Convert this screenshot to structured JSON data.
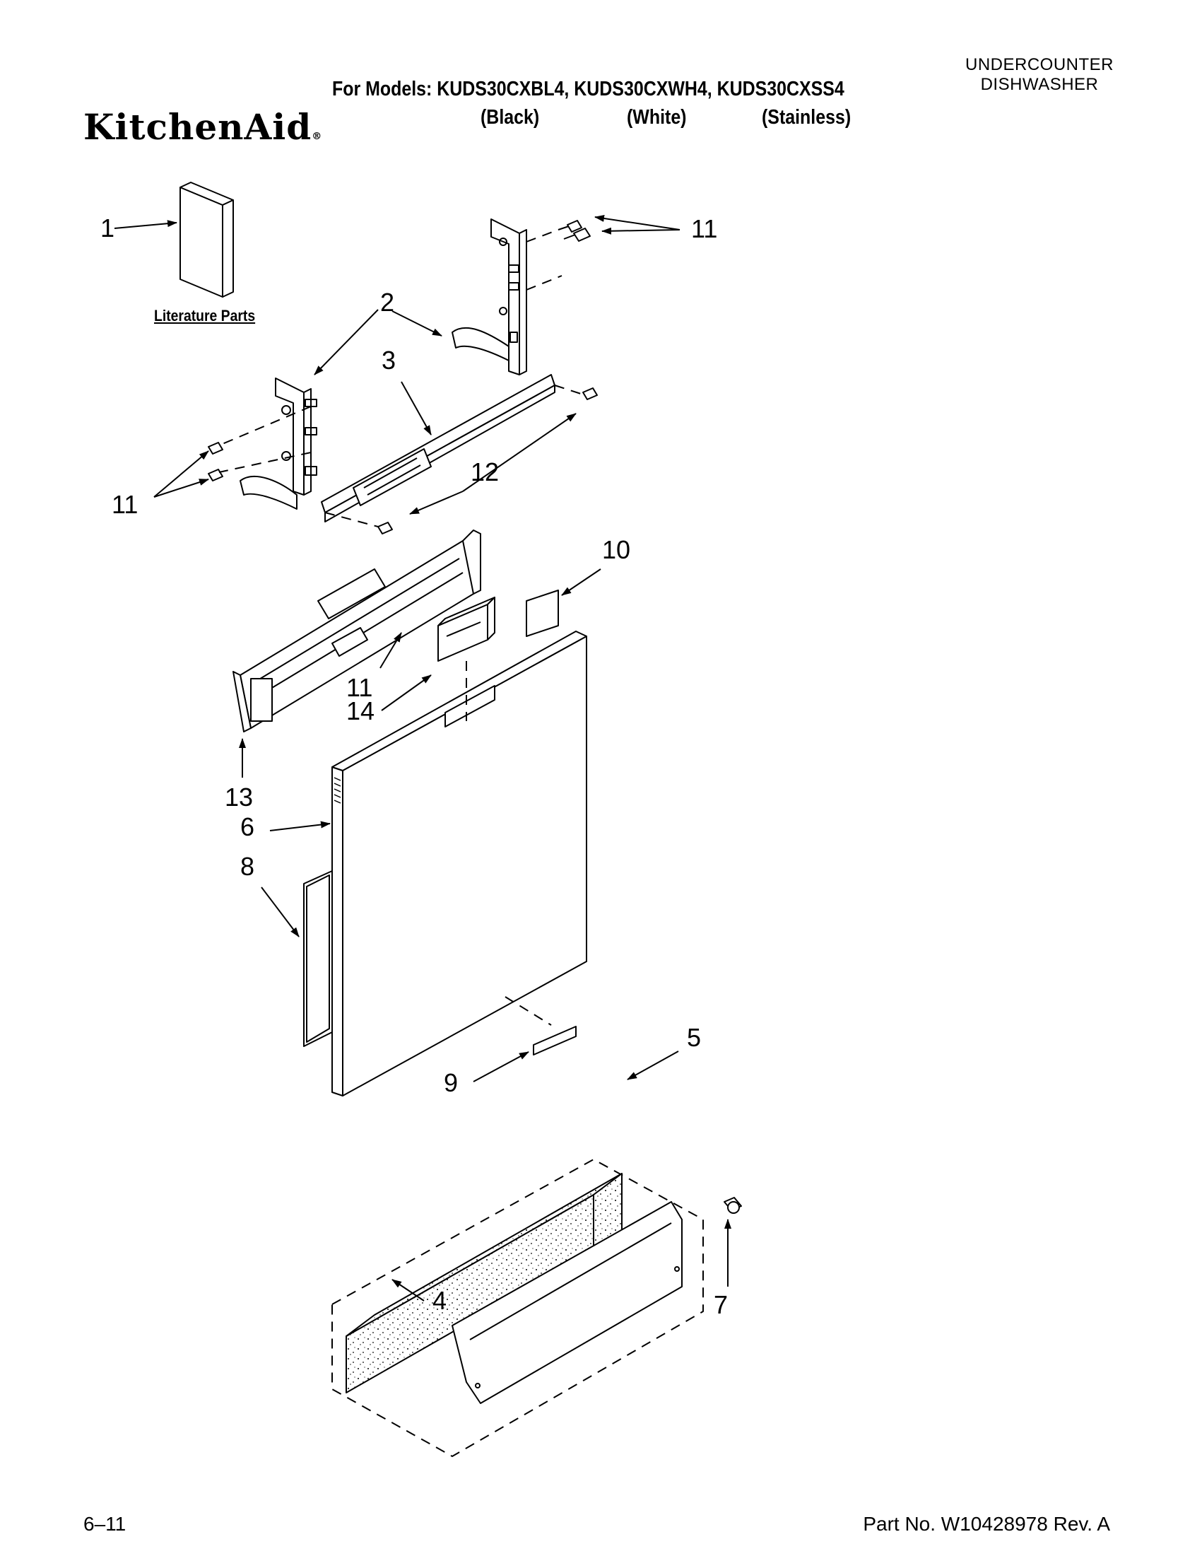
{
  "header": {
    "category_line1": "UNDERCOUNTER",
    "category_line2": "DISHWASHER",
    "models_line": "For Models: KUDS30CXBL4, KUDS30CXWH4, KUDS30CXSS4",
    "variants": [
      "(Black)",
      "(White)",
      "(Stainless)"
    ],
    "brand": "KitchenAid",
    "brand_mark": "®"
  },
  "diagram": {
    "literature_label": "Literature Parts",
    "callouts": [
      "1",
      "2",
      "3",
      "4",
      "5",
      "6",
      "7",
      "8",
      "9",
      "10",
      "11",
      "11",
      "11",
      "12",
      "13",
      "14"
    ]
  },
  "footer": {
    "page_code": "6–11",
    "part_number": "Part No. W10428978 Rev. A"
  }
}
